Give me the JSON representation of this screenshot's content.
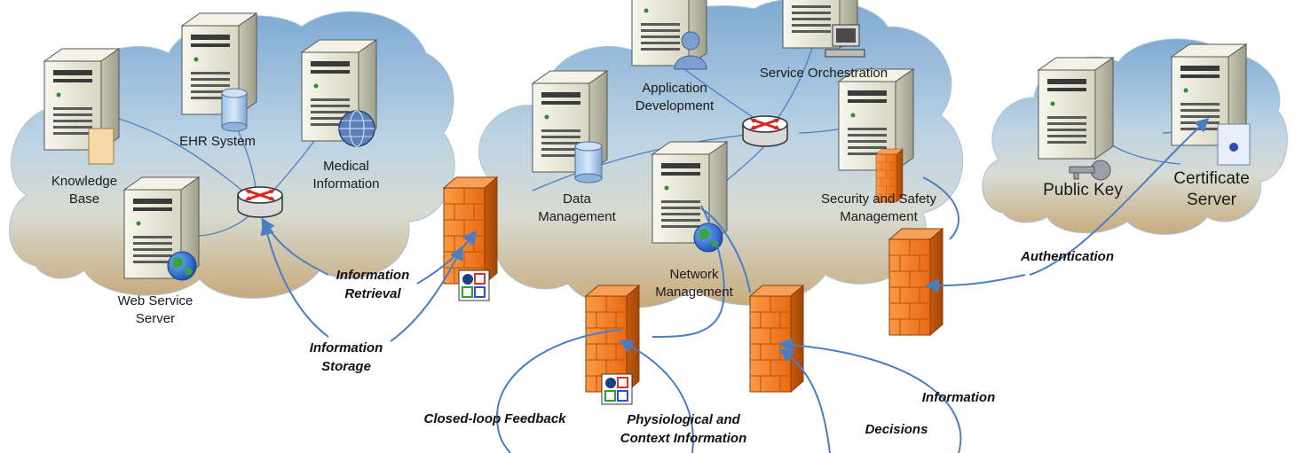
{
  "clouds": {
    "left": {
      "servers": {
        "knowledge_base": "Knowledge\nBase",
        "ehr_system": "EHR System",
        "medical_information": "Medical\nInformation",
        "web_service_server": "Web Service\nServer"
      }
    },
    "center": {
      "servers": {
        "application_development": "Application\nDevelopment",
        "service_orchestration": "Service Orchestration",
        "data_management": "Data\nManagement",
        "security_safety": "Security and Safety\nManagement",
        "network_management": "Network\nManagement"
      }
    },
    "right": {
      "servers": {
        "public_key": "Public Key",
        "certificate_server": "Certificate\nServer"
      }
    }
  },
  "flows": {
    "information_retrieval": "Information\nRetrieval",
    "information_storage": "Information\nStorage",
    "authentication": "Authentication",
    "closed_loop_feedback": "Closed-loop Feedback",
    "physiological_context": "Physiological and\nContext Information",
    "information": "Information",
    "decisions": "Decisions"
  },
  "colors": {
    "cloud_top": "#8fb8dc",
    "cloud_mid": "#c9dbe6",
    "cloud_bottom": "#c8ad82",
    "server_body": "#eeeedd",
    "server_front": "#d9d9c6",
    "firewall": "#f07e28",
    "arrow": "#4a7ec4"
  }
}
